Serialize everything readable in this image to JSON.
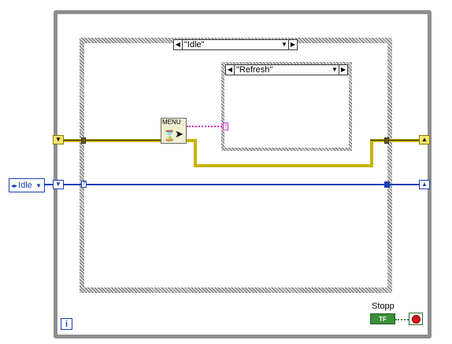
{
  "outer_case": {
    "selector_label": "\"Idle\""
  },
  "inner_case": {
    "selector_label": "\"Refresh\""
  },
  "enum_constant": {
    "value": "Idle"
  },
  "menu_node": {
    "label": "MENU"
  },
  "stop": {
    "label": "Stopp",
    "bool_text": "TF"
  },
  "iteration_terminal": {
    "symbol": "i"
  },
  "colors": {
    "cluster_wire": "#c8b400",
    "enum_wire": "#1b3fb5",
    "string_wire": "#d12fb6",
    "boolean_wire": "#3b8f3b",
    "frame": "#8e8e8e"
  }
}
